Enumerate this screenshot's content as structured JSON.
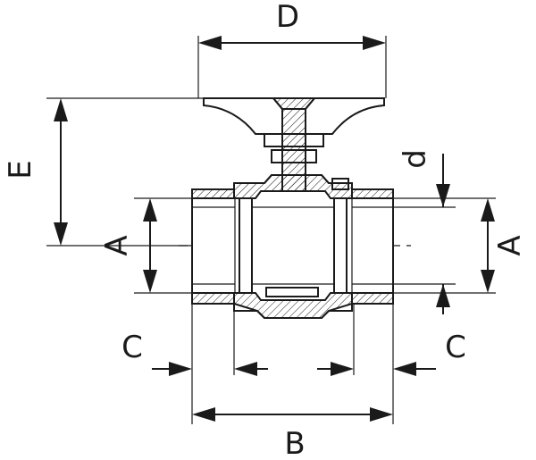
{
  "labels": {
    "D": "D",
    "E": "E",
    "d": "d",
    "A_left": "A",
    "A_right": "A",
    "C_left": "C",
    "C_right": "C",
    "B": "B"
  }
}
